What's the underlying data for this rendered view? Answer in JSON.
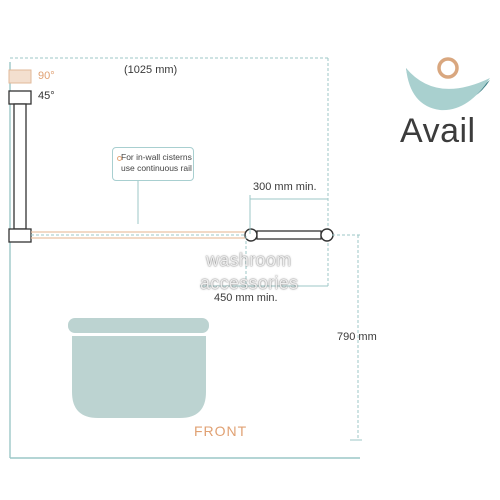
{
  "brand": {
    "name": "Avail",
    "colors": {
      "teal": "#9cc7c7",
      "gold": "#d9a77f",
      "text": "#3c3c3c"
    }
  },
  "angles": {
    "a90": "90°",
    "a45": "45°"
  },
  "dimensions": {
    "total_width": "(1025 mm)",
    "min_300": "300 mm min.",
    "min_450": "450 mm min.",
    "height_790": "790 mm"
  },
  "note": {
    "line1": "For in-wall cisterns",
    "line2": "use continuous rail"
  },
  "front_label": "FRONT",
  "watermark": {
    "line1": "washroom",
    "line2": "accessories"
  },
  "colors": {
    "line": "#9cc7c7",
    "rail": "#e9c2a4",
    "fixture": "#bcd3d1",
    "dark": "#333333",
    "label_orange": "#e0a173"
  }
}
